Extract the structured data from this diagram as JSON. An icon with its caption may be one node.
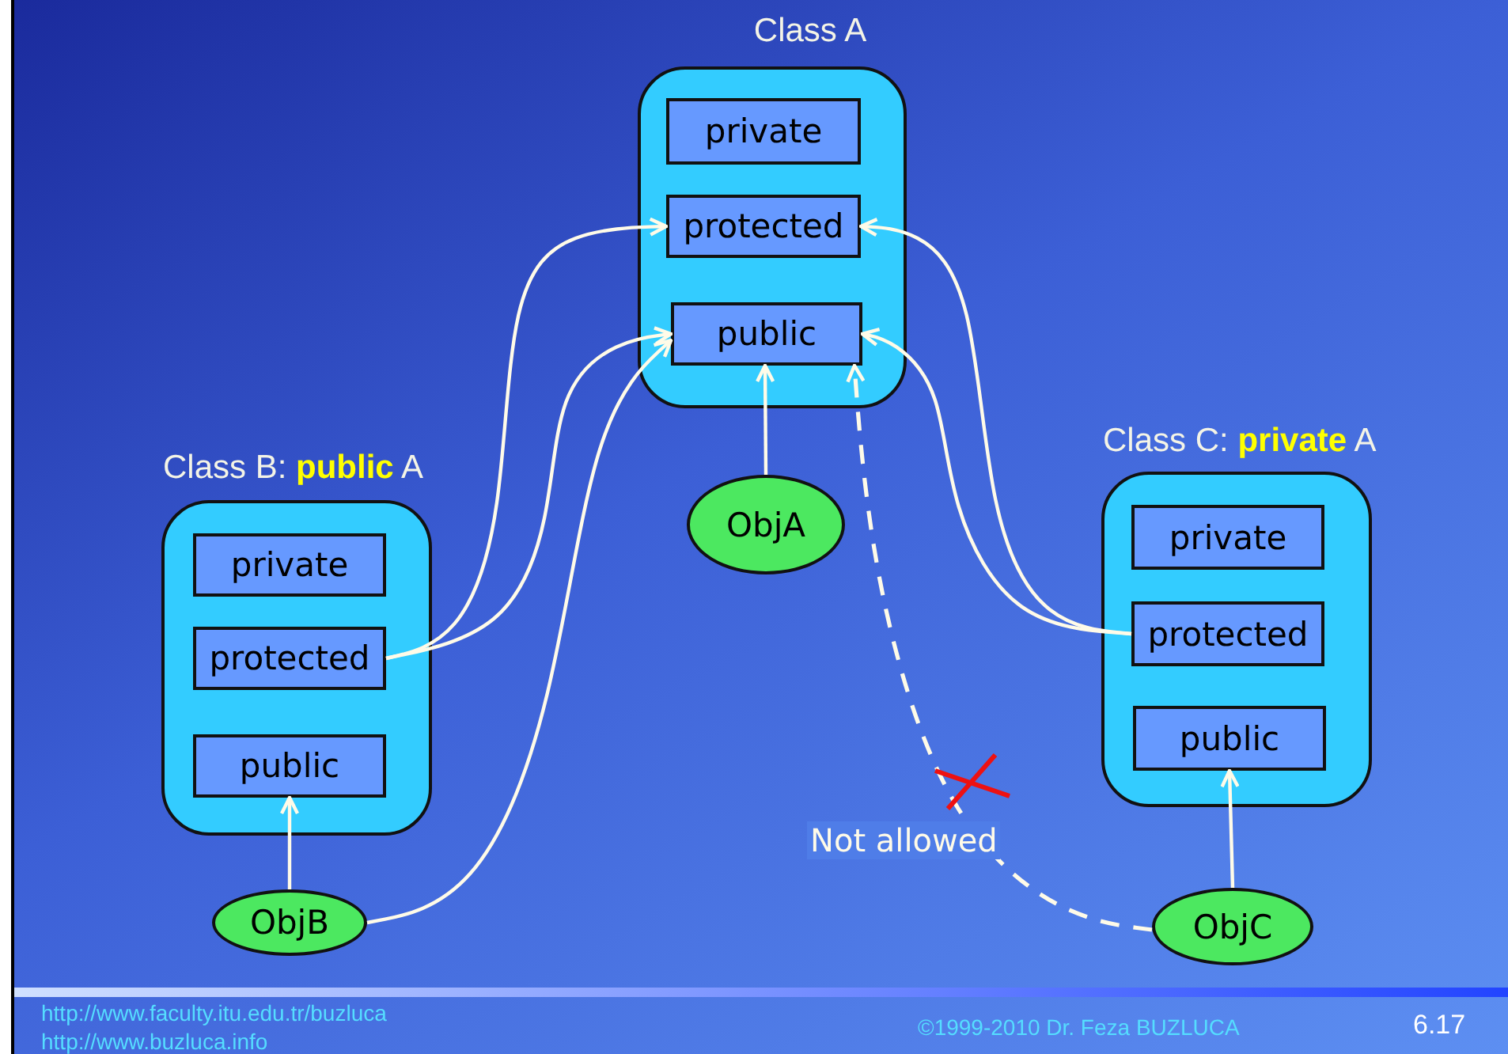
{
  "diagram": {
    "nodes": [
      {
        "text": [
          "Class A"
        ]
      },
      {
        "text": [
          "private"
        ],
        "in": 0
      },
      {
        "text": [
          "protected"
        ],
        "in": 0
      },
      {
        "text": [
          "public"
        ],
        "in": 0
      },
      {
        "text": [
          "ObjA"
        ]
      },
      {
        "text": [
          "Class B: **public** A"
        ]
      },
      {
        "text": [
          "private"
        ],
        "in": 5
      },
      {
        "text": [
          "protected"
        ],
        "in": 5
      },
      {
        "text": [
          "public"
        ],
        "in": 5
      },
      {
        "text": [
          "ObjB"
        ]
      },
      {
        "text": [
          "Class C: **private** A"
        ]
      },
      {
        "text": [
          "private"
        ],
        "in": 10
      },
      {
        "text": [
          "protected"
        ],
        "in": 10
      },
      {
        "text": [
          "public"
        ],
        "in": 10
      },
      {
        "text": [
          "ObjC"
        ]
      }
    ],
    "edges": [
      {
        "from": 7,
        "to": 2,
        "arrow": "to"
      },
      {
        "from": 7,
        "to": 3,
        "arrow": "to"
      },
      {
        "from": 9,
        "to": 3,
        "arrow": "to"
      },
      {
        "from": 9,
        "to": 8,
        "arrow": "to"
      },
      {
        "from": 4,
        "to": 3,
        "arrow": "to"
      },
      {
        "from": 12,
        "to": 2,
        "arrow": "to"
      },
      {
        "from": 12,
        "to": 3,
        "arrow": "to"
      },
      {
        "from": 14,
        "to": 13,
        "arrow": "to"
      },
      {
        "from": 14,
        "to": 3,
        "arrow": "to",
        "style": "dashed",
        "label": "Not allowed"
      }
    ],
    "labels": [
      "http://www.faculty.itu.edu.tr/buzluca",
      "http://www.buzluca.info",
      "©1999-2010  Dr. Feza BUZLUCA",
      "6.17"
    ]
  }
}
